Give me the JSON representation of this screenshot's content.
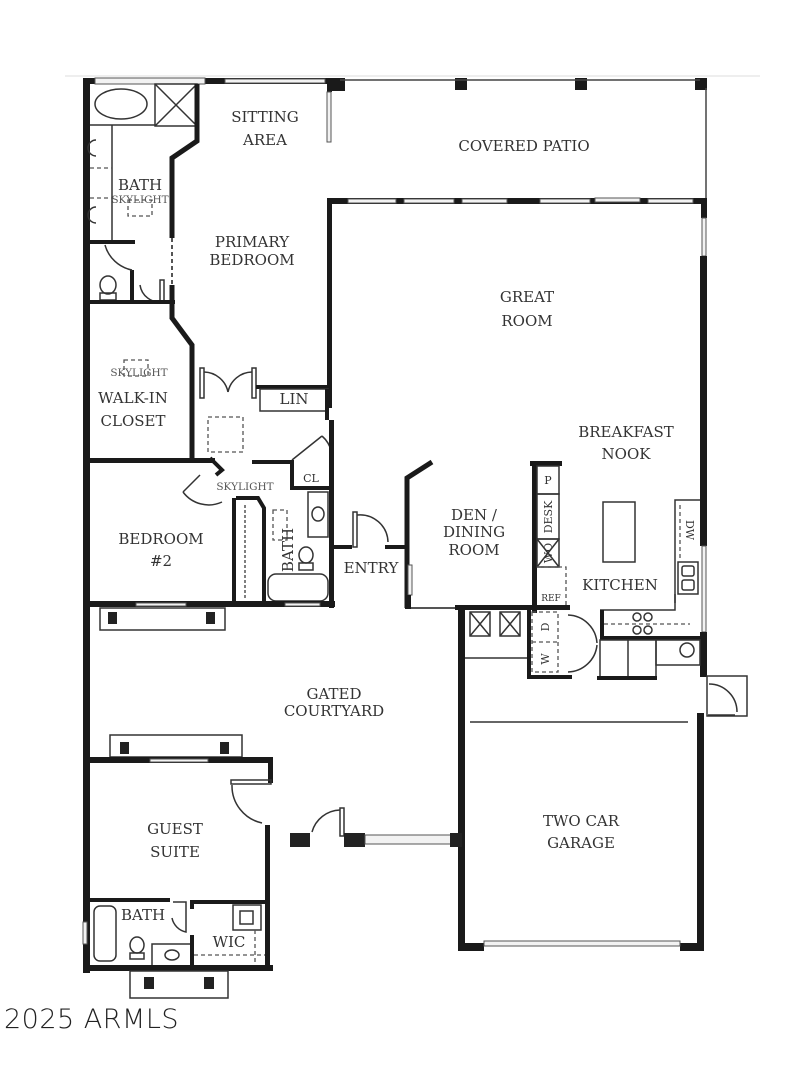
{
  "floorplan": {
    "rooms": {
      "sitting_area": [
        "SITTING",
        "AREA"
      ],
      "covered_patio": "COVERED PATIO",
      "primary_bath": "BATH",
      "primary_bath_skylight": "SKYLIGHT",
      "primary_bedroom": [
        "PRIMARY",
        "BEDROOM"
      ],
      "great_room": [
        "GREAT",
        "ROOM"
      ],
      "walk_in_closet_skylight": "SKYLIGHT",
      "walk_in_closet": [
        "WALK-IN",
        "CLOSET"
      ],
      "linen": "LIN",
      "breakfast_nook": [
        "BREAKFAST",
        "NOOK"
      ],
      "hall_skylight": "SKYLIGHT",
      "closet": "CL",
      "bedroom2": [
        "BEDROOM",
        "#2"
      ],
      "hall_bath": "BATH",
      "entry": "ENTRY",
      "den_dining": [
        "DEN /",
        "DINING",
        "ROOM"
      ],
      "pantry": "P",
      "desk": "DESK",
      "wall_oven": "WO",
      "dishwasher": "DW",
      "refrigerator": "REF",
      "kitchen": "KITCHEN",
      "dryer": "D",
      "washer": "W",
      "gated_courtyard": [
        "GATED",
        "COURTYARD"
      ],
      "guest_suite": [
        "GUEST",
        "SUITE"
      ],
      "two_car_garage": [
        "TWO CAR",
        "GARAGE"
      ],
      "guest_bath": "BATH",
      "guest_wic": "WIC"
    },
    "watermark": "2025 ARMLS"
  }
}
